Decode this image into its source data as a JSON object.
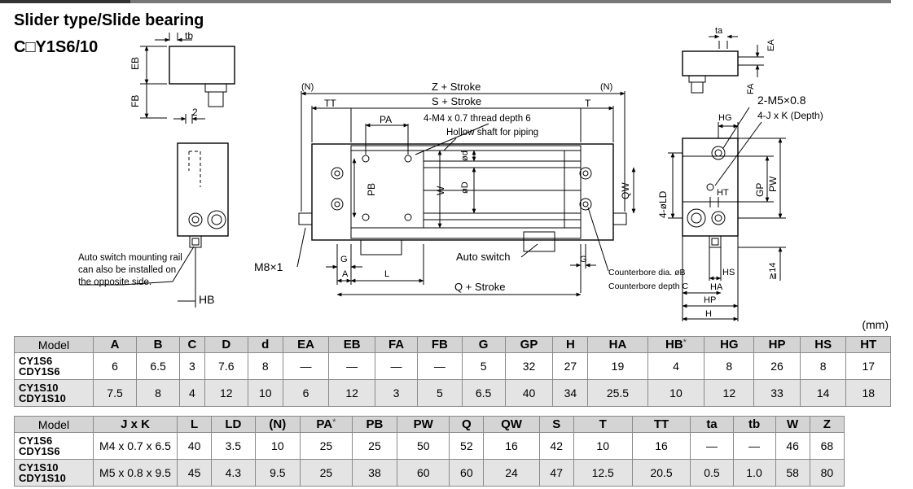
{
  "header": {
    "title": "Slider type/Slide bearing",
    "model": "C□Y1S6/10"
  },
  "drawing_labels": {
    "tb": "tb",
    "eb": "EB",
    "fb": "FB",
    "two": "2",
    "hb": "HB",
    "rail_note": [
      "Auto switch mounting rail",
      "can also be installed on",
      "the opposite side."
    ],
    "n_left": "(N)",
    "n_right": "(N)",
    "z_stroke": "Z + Stroke",
    "s_stroke": "S + Stroke",
    "tt": "TT",
    "t": "T",
    "pa": "PA",
    "thread": "4-M4 x 0.7 thread depth 6",
    "hollow": "Hollow shaft for piping",
    "od_small": "ød",
    "pb": "PB",
    "w": "W",
    "od_big": "øD",
    "qw": "QW",
    "m8": "M8×1",
    "g_left": "G",
    "a": "A",
    "l": "L",
    "auto_switch": "Auto switch",
    "g_right": "G",
    "q_stroke": "Q + Stroke",
    "cb_dia": "Counterbore dia. øB",
    "cb_depth": "Counterbore depth C",
    "ta": "ta",
    "ea": "EA",
    "fa": "FA",
    "m5": "2-M5×0.8",
    "jk": "4-J x K (Depth)",
    "hg": "HG",
    "ld": "4-øLD",
    "ht": "HT",
    "gp": "GP",
    "pw": "PW",
    "hs": "HS",
    "ha": "HA",
    "hp": "HP",
    "h": "H",
    "min14": "≧14"
  },
  "unit": "(mm)",
  "table1": {
    "headers": [
      "Model",
      "A",
      "B",
      "C",
      "D",
      "d",
      "EA",
      "EB",
      "FA",
      "FB",
      "G",
      "GP",
      "H",
      "HA",
      "HB",
      "HG",
      "HP",
      "HS",
      "HT"
    ],
    "hb_mark": "*",
    "rows": [
      {
        "model": [
          "CY1S6",
          "CDY1S6"
        ],
        "values": [
          "6",
          "6.5",
          "3",
          "7.6",
          "8",
          "—",
          "—",
          "—",
          "—",
          "5",
          "32",
          "27",
          "19",
          "4",
          "8",
          "26",
          "8",
          "17"
        ]
      },
      {
        "model": [
          "CY1S10",
          "CDY1S10"
        ],
        "values": [
          "7.5",
          "8",
          "4",
          "12",
          "10",
          "6",
          "12",
          "3",
          "5",
          "6.5",
          "40",
          "34",
          "25.5",
          "10",
          "12",
          "33",
          "14",
          "18"
        ]
      }
    ]
  },
  "table2": {
    "headers": [
      "Model",
      "J x K",
      "L",
      "LD",
      "(N)",
      "PA",
      "PB",
      "PW",
      "Q",
      "QW",
      "S",
      "T",
      "TT",
      "ta",
      "tb",
      "W",
      "Z"
    ],
    "pa_mark": "*",
    "rows": [
      {
        "model": [
          "CY1S6",
          "CDY1S6"
        ],
        "values": [
          "M4 x 0.7 x 6.5",
          "40",
          "3.5",
          "10",
          "25",
          "25",
          "50",
          "52",
          "16",
          "42",
          "10",
          "16",
          "—",
          "—",
          "46",
          "68"
        ]
      },
      {
        "model": [
          "CY1S10",
          "CDY1S10"
        ],
        "values": [
          "M5 x 0.8 x 9.5",
          "45",
          "4.3",
          "9.5",
          "25",
          "38",
          "60",
          "60",
          "24",
          "47",
          "12.5",
          "20.5",
          "0.5",
          "1.0",
          "58",
          "80"
        ]
      }
    ]
  }
}
